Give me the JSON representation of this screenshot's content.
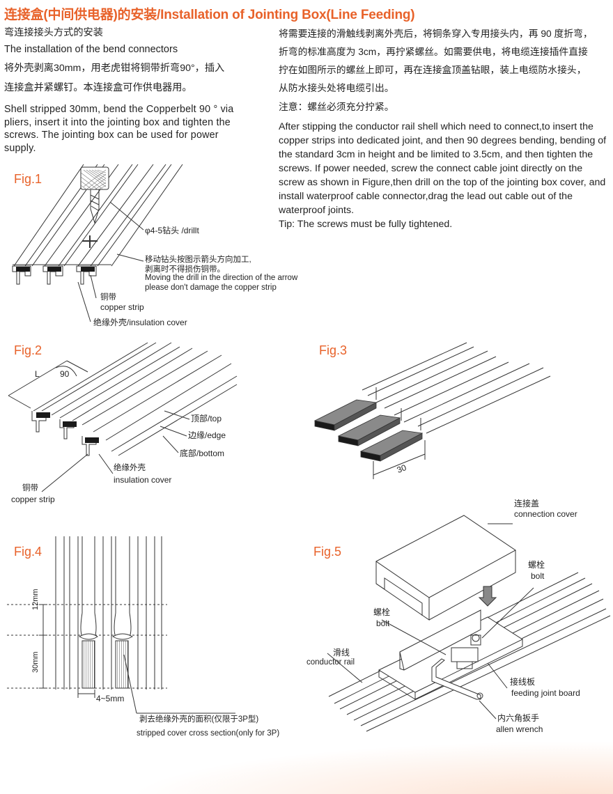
{
  "title": "连接盒(中间供电器)的安装/Installation of Jointing Box(Line Feeding)",
  "left_text": {
    "cn_heading": "弯连接接头方式的安装",
    "en_heading": "The installation of the bend connectors",
    "cn_body_1": "将外壳剥离30mm，用老虎钳将铜带折弯90°，插入",
    "cn_body_2": "连接盒并紧螺钉。本连接盒可作供电器用。",
    "en_body": "Shell stripped 30mm, bend the Copperbelt 90 °  via pliers, insert it into the jointing box and tighten the screws. The jointing box can be used for power supply."
  },
  "right_text": {
    "cn_body_1": "将需要连接的滑触线剥离外壳后，将铜条穿入专用接头内，再 90 度折弯，",
    "cn_body_2": "折弯的标准高度为 3cm，再拧紧螺丝。如需要供电，将电缆连接插件直接",
    "cn_body_3": "拧在如图所示的螺丝上即可，再在连接盒顶盖钻眼，装上电缆防水接头，",
    "cn_body_4": "从防水接头处将电缆引出。",
    "cn_note": "注意：螺丝必须充分拧紧。",
    "en_body": "After stipping the conductor rail shell which need to connect,to insert the copper strips into dedicated joint, and then 90 degrees bending, bending of the standard 3cm in height  and be limited to 3.5cm, and then tighten the screws. If power needed, screw the connect cable joint directly on the screw as shown in Figure,then drill on the top of the jointing box cover, and install waterproof cable connector,drag the lead out cable out of the waterproof joints.",
    "en_tip": "Tip: The screws must be fully tightened."
  },
  "fig1": {
    "label": "Fig.1",
    "drill": "φ4-5钻头 /drillt",
    "move_cn_1": "移动钻头按图示箭头方向加工,",
    "move_cn_2": "剥离时不得损伤铜带。",
    "move_en_1": "Moving the drill in the direction of the arrow",
    "move_en_2": "please don't damage the copper strip",
    "copper_cn": "铜带",
    "copper_en": "copper strip",
    "cover": "绝缘外壳/insulation cover"
  },
  "fig2": {
    "label": "Fig.2",
    "dim_l": "L",
    "dim_90": "90",
    "top": "顶部/top",
    "edge": "边缘/edge",
    "bottom": "底部/bottom",
    "cover_cn": "绝缘外壳",
    "cover_en": "insulation cover",
    "copper_cn": "铜带",
    "copper_en": "copper strip"
  },
  "fig3": {
    "label": "Fig.3",
    "dim_30": "30"
  },
  "fig4": {
    "label": "Fig.4",
    "dim_12": "12mm",
    "dim_30": "30mm",
    "dim_45": "4~5mm",
    "area_cn": "剥去绝缘外壳的面积(仅限于3P型)",
    "area_en": "stripped cover cross section(only for 3P)"
  },
  "fig5": {
    "label": "Fig.5",
    "cover_cn": "连接盖",
    "cover_en": "connection cover",
    "bolt_r_cn": "螺栓",
    "bolt_r_en": "bolt",
    "bolt_l_cn": "螺栓",
    "bolt_l_en": "bolt",
    "rail_cn": "滑线",
    "rail_en": "conductor rail",
    "board_cn": "接线板",
    "board_en": "feeding joint board",
    "wrench_cn": "内六角扳手",
    "wrench_en": "allen wrench"
  },
  "colors": {
    "accent": "#e8622a",
    "strip": "#1a1a1a",
    "line": "#333333"
  }
}
